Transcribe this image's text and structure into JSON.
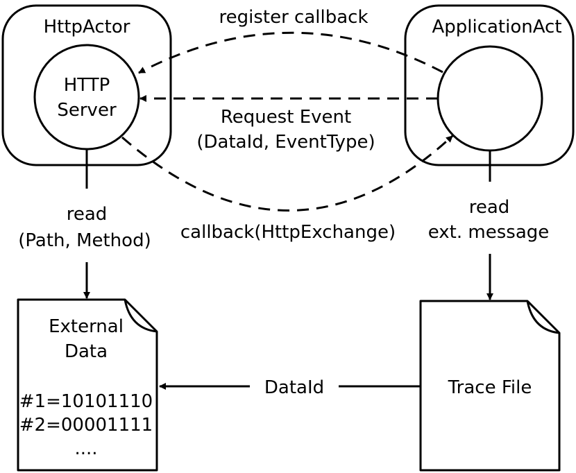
{
  "actors": {
    "http_actor": {
      "title": "HttpActor",
      "server_line1": "HTTP",
      "server_line2": "Server"
    },
    "application_actor": {
      "title": "ApplicationAct"
    }
  },
  "edges": {
    "register_callback": "register callback",
    "request_event_line1": "Request Event",
    "request_event_line2": "(DataId, EventType)",
    "callback": "callback(HttpExchange)",
    "read_left_line1": "read",
    "read_left_line2": "(Path, Method)",
    "read_right_line1": "read",
    "read_right_line2": "ext. message",
    "data_id": "DataId"
  },
  "files": {
    "external_data": {
      "title_line1": "External",
      "title_line2": "Data",
      "lines": [
        "#1=10101110",
        "#2=00001111",
        "...."
      ]
    },
    "trace_file": {
      "title": "Trace File"
    }
  },
  "colors": {
    "stroke": "#000000",
    "background": "#ffffff"
  }
}
